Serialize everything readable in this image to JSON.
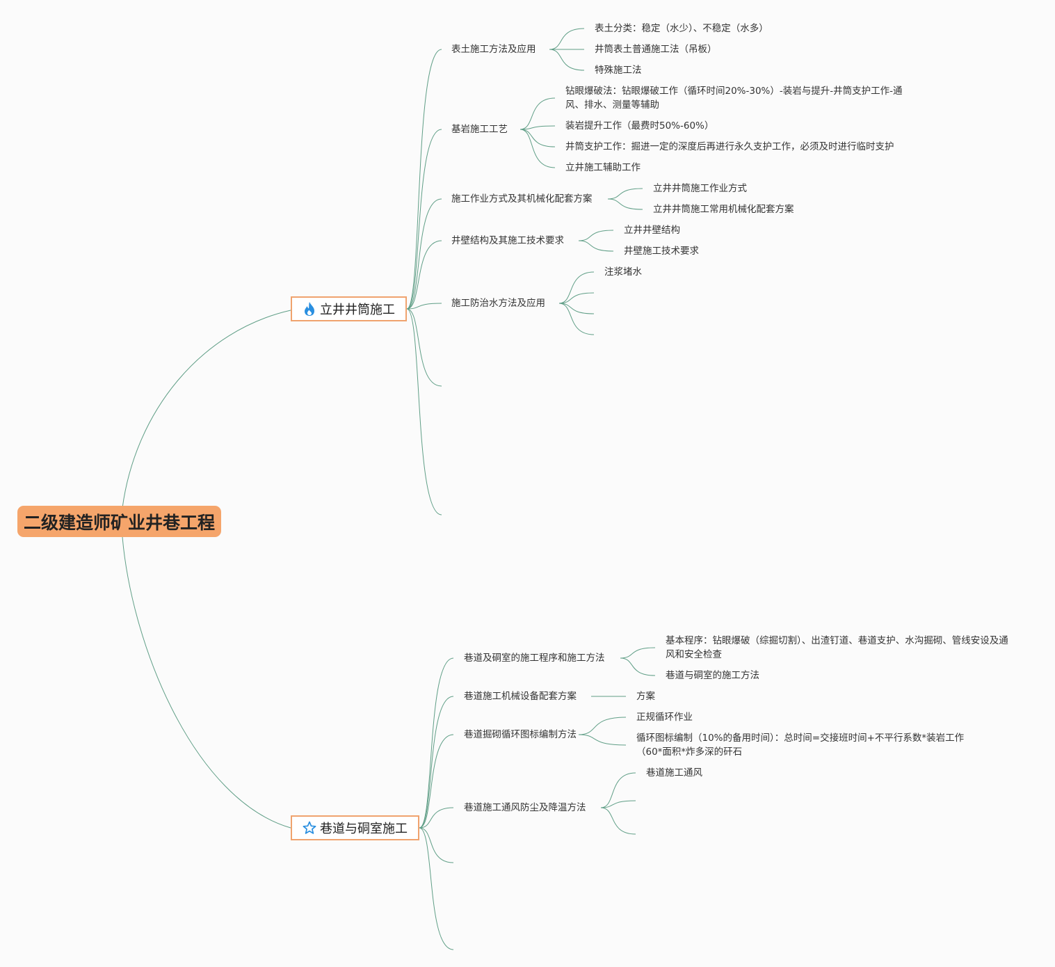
{
  "root": {
    "title": "二级建造师矿业井巷工程"
  },
  "branch1": {
    "title": "立井井筒施工",
    "icon": "fire-icon",
    "topics": [
      {
        "label": "表土施工方法及应用",
        "children": [
          "表土分类：稳定（水少）、不稳定（水多）",
          "井筒表土普通施工法（吊板）",
          "特殊施工法"
        ]
      },
      {
        "label": "基岩施工工艺",
        "children": [
          "钻眼爆破法：钻眼爆破工作（循环时间20%-30%）-装岩与提升-井筒支护工作-通风、排水、测量等辅助",
          "装岩提升工作（最费时50%-60%）",
          "井筒支护工作：掘进一定的深度后再进行永久支护工作，必须及时进行临时支护",
          "立井施工辅助工作"
        ]
      },
      {
        "label": "施工作业方式及其机械化配套方案",
        "children": [
          "立井井筒施工作业方式",
          "立井井筒施工常用机械化配套方案"
        ]
      },
      {
        "label": "井壁结构及其施工技术要求",
        "children": [
          "立井井壁结构",
          "井壁施工技术要求"
        ]
      },
      {
        "label": "施工防治水方法及应用",
        "children": [
          "注浆堵水"
        ]
      }
    ]
  },
  "branch2": {
    "title": "巷道与硐室施工",
    "icon": "star-icon",
    "topics": [
      {
        "label": "巷道及硐室的施工程序和施工方法",
        "children": [
          "基本程序：钻眼爆破（综掘切割）、出渣钉道、巷道支护、水沟掘砌、管线安设及通风和安全检查",
          "巷道与硐室的施工方法"
        ]
      },
      {
        "label": "巷道施工机械设备配套方案",
        "children": [
          "方案"
        ]
      },
      {
        "label": "巷道掘砌循环图标编制方法",
        "children": [
          "正规循环作业",
          "循环图标编制（10%的备用时间）：总时间=交接班时间+不平行系数*装岩工作（60*面积*炸多深的矸石"
        ]
      },
      {
        "label": "巷道施工通风防尘及降温方法",
        "children": [
          "巷道施工通风"
        ]
      }
    ]
  },
  "colors": {
    "line": "#5f9e86",
    "root_fill": "#f5a56b",
    "branch_border": "#f0a36e",
    "icon_blue": "#2a8fe0"
  }
}
